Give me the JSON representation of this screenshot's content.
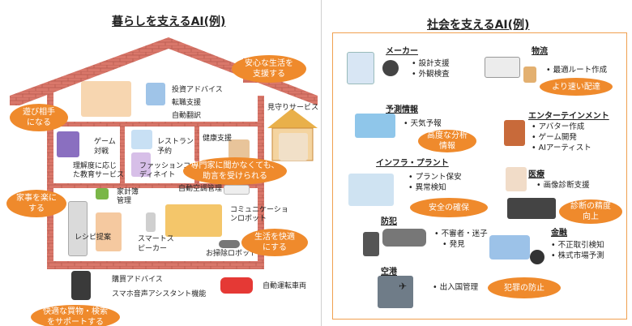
{
  "left": {
    "title": "暮らしを支えるAI(例)",
    "labels": {
      "invest": "投資アドバイス",
      "job": "転職支援",
      "translate": "自動翻訳",
      "watch": "見守りサービス",
      "game1": "ゲーム",
      "game2": "対戦",
      "edu1": "理解度に応じ",
      "edu2": "た教育サービス",
      "rest1": "レストラン",
      "rest2": "予約",
      "fashion1": "ファッションコー",
      "fashion2": "ディネイト",
      "health": "健康支援",
      "ac": "自動空調管理",
      "budget1": "家計簿",
      "budget2": "管理",
      "recipe": "レシピ提案",
      "speaker1": "スマートス",
      "speaker2": "ピーカー",
      "comm1": "コミュニケーショ",
      "comm2": "ンロボット",
      "clean": "お掃除ロボット",
      "buy": "購買アドバイス",
      "voice": "スマホ音声アシスタント機能",
      "car": "自動運転車両"
    },
    "callouts": {
      "safe1": "安心な生活を",
      "safe2": "支援する",
      "play1": "遊び相手",
      "play2": "になる",
      "expert1": "専門家に聞かなくても、",
      "expert2": "助言を受けられる",
      "chores1": "家事を楽に",
      "chores2": "する",
      "comfort1": "生活を快適",
      "comfort2": "にする",
      "shop1": "快適な買物・検索",
      "shop2": "をサポートする"
    }
  },
  "right": {
    "title": "社会を支えるAI(例)",
    "sections": {
      "maker": {
        "title": "メーカー",
        "items": [
          "設計支援",
          "外観検査"
        ]
      },
      "logistics": {
        "title": "物流",
        "items": [
          "最適ルート作成"
        ],
        "callout": "より速い配達"
      },
      "forecast": {
        "title": "予測情報",
        "items": [
          "天気予報"
        ],
        "callout1": "高度な分析",
        "callout2": "情報"
      },
      "ent": {
        "title": "エンターテインメント",
        "items": [
          "アバター作成",
          "ゲーム開発",
          "AIアーティスト"
        ]
      },
      "infra": {
        "title": "インフラ・プラント",
        "items": [
          "プラント保安",
          "異常検知"
        ],
        "callout": "安全の確保"
      },
      "medical": {
        "title": "医療",
        "items": [
          "画像診断支援"
        ],
        "callout1": "診断の精度",
        "callout2": "向上"
      },
      "crime": {
        "title": "防犯",
        "items": [
          "不審者・迷子",
          "発見"
        ]
      },
      "finance": {
        "title": "金融",
        "items": [
          "不正取引検知",
          "株式市場予測"
        ]
      },
      "airport": {
        "title": "空港",
        "items": [
          "出入国管理"
        ]
      },
      "crime_callout": "犯罪の防止"
    }
  },
  "colors": {
    "accent": "#ef8a2c",
    "brick": "#c0574a",
    "frame": "#f0a050"
  }
}
